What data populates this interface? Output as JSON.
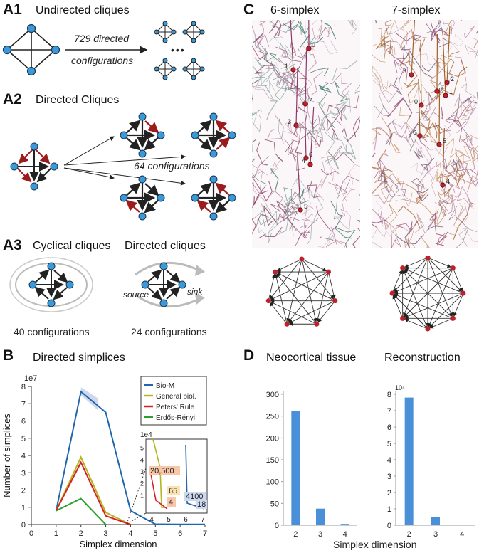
{
  "panelA1": {
    "label": "A1",
    "title": "Undirected cliques",
    "arrow_line1": "729 directed",
    "arrow_line2": "configurations",
    "dots": "•••"
  },
  "panelA2": {
    "label": "A2",
    "title": "Directed Cliques",
    "configs": "64 configurations"
  },
  "panelA3": {
    "label": "A3",
    "title_left": "Cyclical cliques",
    "title_right": "Directed cliques",
    "source": "source",
    "sink": "sink",
    "left_count": "40 configurations",
    "right_count": "24 configurations"
  },
  "panelB": {
    "label": "B",
    "title": "Directed simplices"
  },
  "panelC": {
    "label": "C",
    "title_left": "6-simplex",
    "title_right": "7-simplex",
    "left_node_labels": [
      "0",
      "1",
      "2",
      "3",
      "4",
      "5",
      "6"
    ],
    "right_node_labels": [
      "0",
      "1",
      "2",
      "3",
      "4",
      "5",
      "6",
      "7"
    ]
  },
  "panelD": {
    "label": "D",
    "title_left": "Neocortical tissue",
    "title_right": "Reconstruction",
    "xlabel": "Simplex dimension",
    "right_exponent": "10⁴"
  },
  "colors": {
    "node": "#3a9ad9",
    "red_edge": "#9b1c1c",
    "bio": "#2166ac",
    "general": "#b5b51e",
    "peters": "#d62222",
    "erdos": "#2ca02c",
    "bar": "#4a90d9",
    "neuron_purple": "#8a3a6a",
    "neuron_green": "#2e6e5e",
    "neuron_brown": "#a0602a",
    "cell_red": "#c0202a"
  },
  "chart_data": [
    {
      "type": "line",
      "title": "Directed simplices",
      "xlabel": "Simplex dimension",
      "ylabel": "Number of simplices",
      "y_exponent": "1e7",
      "xlim": [
        0,
        7
      ],
      "ylim": [
        0,
        8
      ],
      "x_ticks": [
        "0",
        "1",
        "2",
        "3",
        "4",
        "5",
        "6",
        "7"
      ],
      "y_ticks": [
        "0",
        "1",
        "2",
        "3",
        "4",
        "5",
        "6",
        "7",
        "8"
      ],
      "legend_position": "top-right",
      "series": [
        {
          "name": "Bio-M",
          "x": [
            1,
            2,
            3,
            4,
            5,
            6,
            7
          ],
          "y": [
            0.8,
            7.7,
            6.5,
            0.8,
            0.02,
            0,
            0
          ]
        },
        {
          "name": "General biol.",
          "x": [
            1,
            2,
            3,
            4
          ],
          "y": [
            0.8,
            3.9,
            0.7,
            0.0
          ]
        },
        {
          "name": "Peters' Rule",
          "x": [
            1,
            2,
            3,
            4
          ],
          "y": [
            0.8,
            3.6,
            0.5,
            0.0
          ]
        },
        {
          "name": "Erdős-Rényi",
          "x": [
            1,
            2,
            3
          ],
          "y": [
            0.8,
            1.5,
            0.0
          ]
        }
      ],
      "inset": {
        "y_exponent": "1e4",
        "x_ticks": [
          "4",
          "5",
          "6",
          "7"
        ],
        "y_ticks": [
          "1",
          "2",
          "3",
          "4",
          "5"
        ],
        "labels": [
          "20,500",
          "65",
          "4",
          "4100",
          "18"
        ]
      }
    },
    {
      "type": "bar",
      "title": "Neocortical tissue",
      "categories": [
        "2",
        "3",
        "4"
      ],
      "values": [
        261,
        38,
        3
      ],
      "ylim": [
        0,
        300
      ],
      "y_ticks": [
        "0",
        "50",
        "100",
        "150",
        "200",
        "250",
        "300"
      ]
    },
    {
      "type": "bar",
      "title": "Reconstruction",
      "categories": [
        "2",
        "3",
        "4"
      ],
      "values": [
        7.8,
        0.5,
        0.02
      ],
      "ylim": [
        0,
        8
      ],
      "y_exponent": "10⁴",
      "y_ticks": [
        "0",
        "1",
        "2",
        "3",
        "4",
        "5",
        "6",
        "7",
        "8"
      ]
    }
  ]
}
